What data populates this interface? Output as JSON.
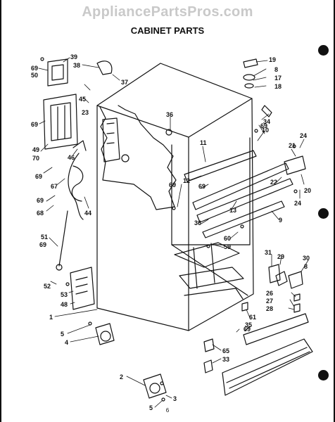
{
  "watermark": "AppliancePartsPros.com",
  "title": "CABINET PARTS",
  "page_number": "6",
  "callouts": [
    "69",
    "50",
    "39",
    "38",
    "37",
    "45",
    "23",
    "69",
    "49",
    "70",
    "46",
    "69",
    "67",
    "44",
    "69",
    "68",
    "51",
    "69",
    "52",
    "53",
    "48",
    "1",
    "5",
    "4",
    "2",
    "5",
    "3",
    "36",
    "69",
    "19",
    "8",
    "17",
    "18",
    "34",
    "10",
    "24",
    "21",
    "20",
    "24",
    "22",
    "11",
    "12",
    "69",
    "13",
    "36",
    "60",
    "59",
    "9",
    "69",
    "31",
    "29",
    "30",
    "8",
    "26",
    "27",
    "28",
    "61",
    "35",
    "69",
    "65",
    "33"
  ]
}
